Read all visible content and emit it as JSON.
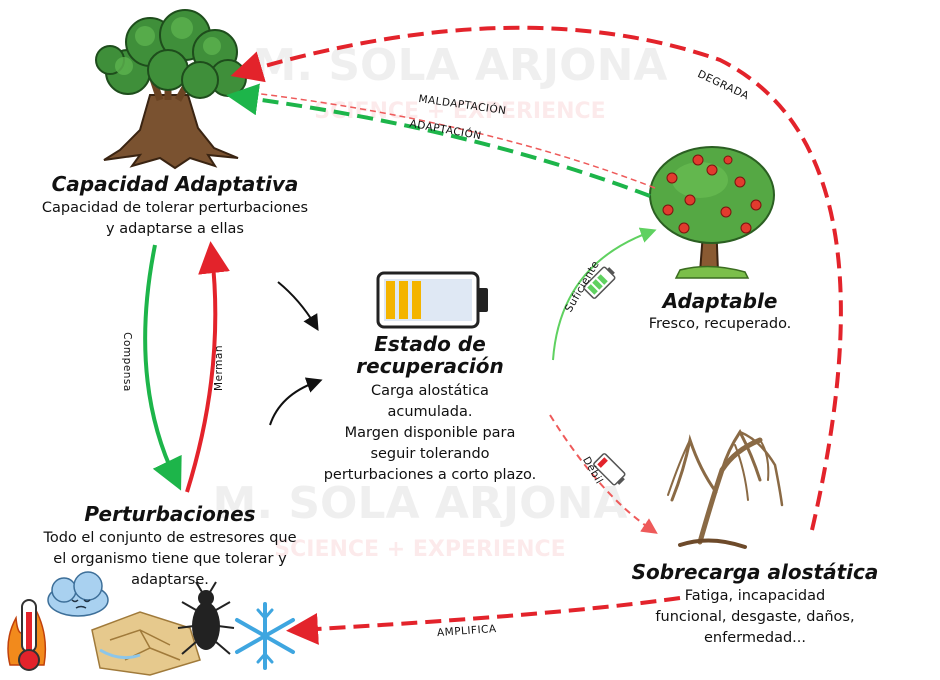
{
  "nodes": {
    "capacidad": {
      "title": "Capacidad Adaptativa",
      "desc": [
        "Capacidad de tolerar perturbaciones",
        "y adaptarse a ellas"
      ]
    },
    "perturbaciones": {
      "title": "Perturbaciones",
      "desc": [
        "Todo el conjunto de estresores que",
        "el organismo tiene que tolerar y",
        "adaptarse."
      ]
    },
    "estado": {
      "title": [
        "Estado de",
        "recuperación"
      ],
      "desc": [
        "Carga alostática",
        "acumulada.",
        "Margen disponible para",
        "seguir tolerando",
        "perturbaciones a corto plazo."
      ]
    },
    "adaptable": {
      "title": "Adaptable",
      "desc": "Fresco, recuperado."
    },
    "sobrecarga": {
      "title": "Sobrecarga alostática",
      "desc": [
        "Fatiga, incapacidad",
        "funcional, desgaste, daños,",
        "enfermedad..."
      ]
    }
  },
  "edge_labels": {
    "compensa": "Compensa",
    "merman": "Merman",
    "suficiente": "Suficiente",
    "debil": "Débil",
    "maladaptacion": "MALDAPTACIÓN",
    "adaptacion": "ADAPTACIÓN",
    "degrada": "DEGRADA",
    "amplifica": "AMPLIFICA"
  },
  "watermark": {
    "name": "M. SOLA ARJONA",
    "tagline": "SCIENCE + EXPERIENCE"
  },
  "colors": {
    "green": "#1db54a",
    "red": "#e3232b",
    "light_green": "#5fd160",
    "light_red": "#ee5a5a",
    "battery_yellow": "#f4b400",
    "battery_empty": "#dfe8f4"
  },
  "icons": [
    "large-tree-icon",
    "apple-tree-icon",
    "withered-tree-icon",
    "battery-icon",
    "battery-high-icon",
    "battery-low-icon",
    "thermometer-icon",
    "cloud-icon",
    "cracked-ground-icon",
    "beetle-icon",
    "snowflake-icon",
    "fire-icon"
  ]
}
